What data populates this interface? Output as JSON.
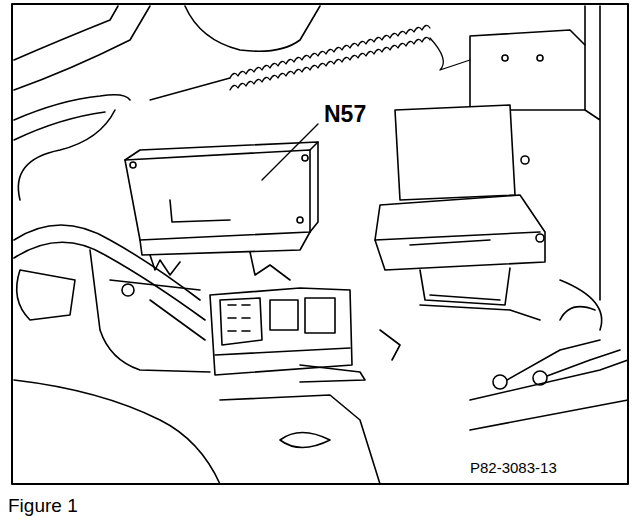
{
  "diagram": {
    "caption": "Figure 1",
    "labels": [
      "N57",
      "P82-3083-13"
    ]
  }
}
